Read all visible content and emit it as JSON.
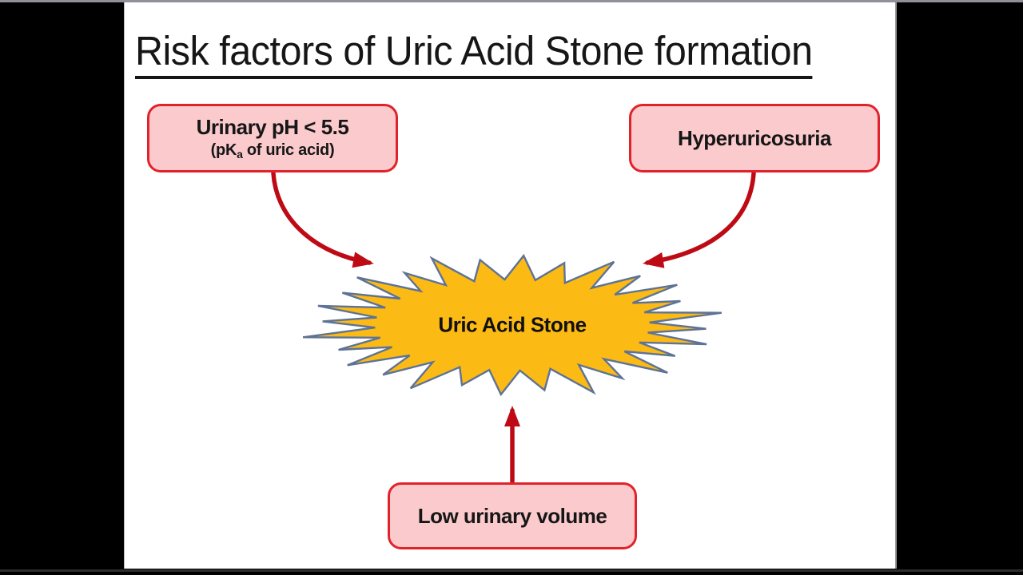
{
  "slide": {
    "title": "Risk factors of Uric Acid Stone formation"
  },
  "boxes": {
    "urinary_ph": {
      "title": "Urinary pH < 5.5",
      "subtitle_prefix": "(pK",
      "subtitle_sub": "a",
      "subtitle_suffix": " of uric acid)"
    },
    "hyperuricosuria": {
      "label": "Hyperuricosuria"
    },
    "low_urinary_volume": {
      "label": "Low urinary volume"
    }
  },
  "center": {
    "label": "Uric Acid Stone"
  },
  "colors": {
    "background": "#000000",
    "slide_bg": "#ffffff",
    "text": "#161616",
    "box_fill": "#fbcacd",
    "box_border": "#e2222b",
    "arrow": "#be0a14",
    "star_fill": "#fcba14",
    "star_stroke": "#5d7396"
  }
}
